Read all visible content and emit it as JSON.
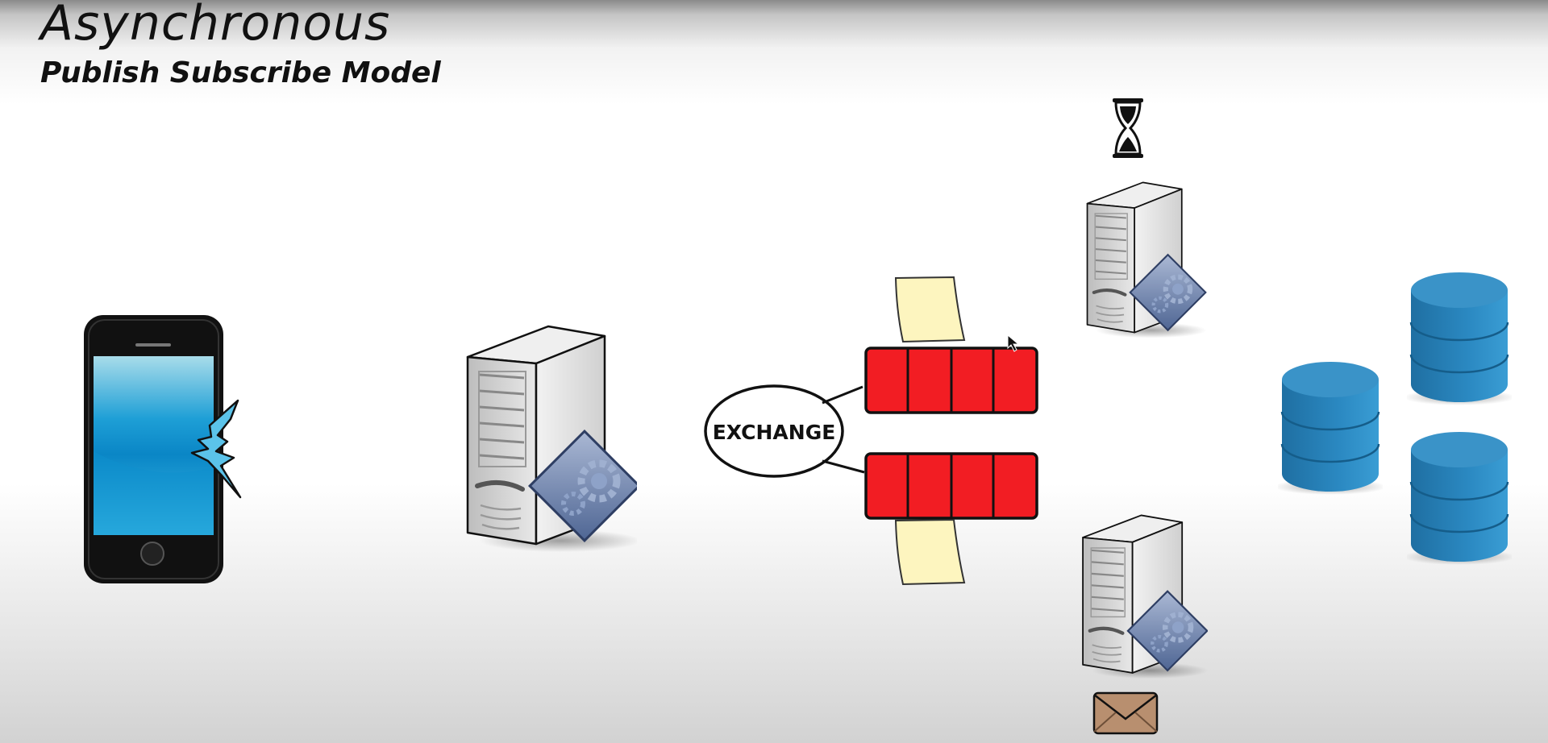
{
  "header": {
    "title": "Asynchronous",
    "subtitle": "Publish Subscribe Model"
  },
  "exchange": {
    "label": "EXCHANGE"
  },
  "colors": {
    "queue": "#f21d23",
    "message_note": "#fdf5bf",
    "database": "#2b82b8",
    "server_body": "#dcdcdc",
    "gear_tile": "#6d84ad",
    "envelope": "#b88f6f"
  },
  "icons": {
    "phone": "smartphone-icon",
    "lightning": "lightning-icon",
    "server": "server-icon",
    "hourglass": "hourglass-icon",
    "envelope": "envelope-icon",
    "database": "database-icon",
    "message": "message-note-icon",
    "cursor": "mouse-cursor-icon"
  },
  "queues": [
    {
      "slots": 4
    },
    {
      "slots": 4
    }
  ],
  "databases": {
    "count": 3
  }
}
